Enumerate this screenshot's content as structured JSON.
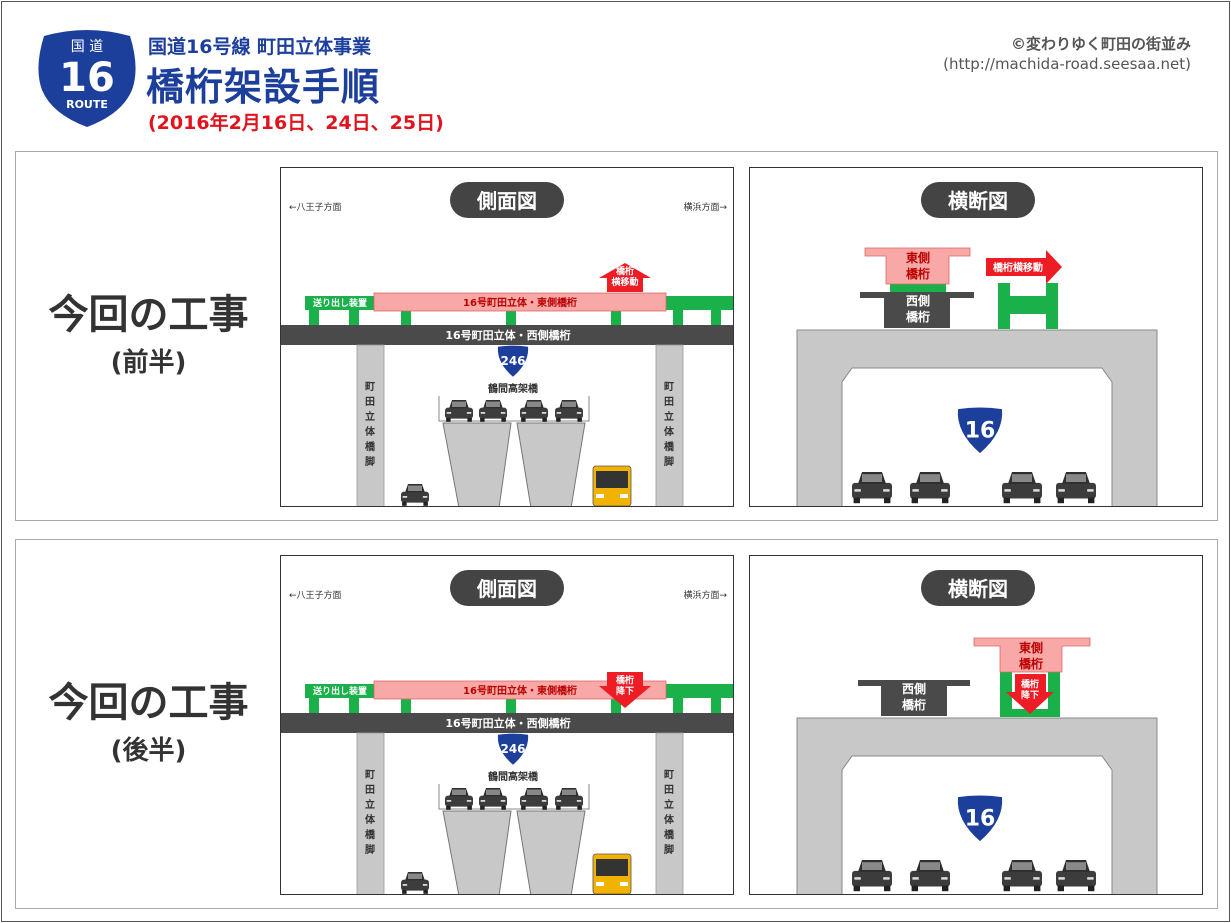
{
  "header": {
    "shield_top": "国 道",
    "shield_number": "16",
    "shield_bottom": "ROUTE",
    "subtitle": "国道16号線 町田立体事業",
    "title": "橋桁架設手順",
    "date": "(2016年2月16日、24日、25日)",
    "copyright_line1": "©変わりゆく町田の街並み",
    "copyright_line2": "(http://machida-road.seesaa.net)"
  },
  "colors": {
    "shield_blue": "#1d3f9c",
    "title_blue": "#1d3f9c",
    "date_red": "#e0141e",
    "pink_girder": "#f8a9a7",
    "green_girder": "#1ab04a",
    "dark_gray": "#4a4a4a",
    "light_gray": "#c8c8c8",
    "arrow_red": "#ee1c24"
  },
  "sections": [
    {
      "label_main": "今回の工事",
      "label_sub": "(前半)",
      "side": {
        "heading": "側面図",
        "left_direction": "←八王子方面",
        "right_direction": "横浜方面→",
        "send_out_girder": "送り出し装置",
        "east_girder": "16号町田立体・東側橋桁",
        "west_girder": "16号町田立体・西側橋桁",
        "arrow_text": "橋桁\n横移動",
        "route_246": "246",
        "viaduct": "鶴間高架橋",
        "pier_left": "町\n田\n立\n体\n橋\n脚",
        "pier_right": "町\n田\n立\n体\n橋\n脚"
      },
      "cross": {
        "heading": "横断図",
        "east_label": "東側\n橋桁",
        "west_label": "西側\n橋桁",
        "arrow_text": "橋桁横移動",
        "route": "16"
      }
    },
    {
      "label_main": "今回の工事",
      "label_sub": "(後半)",
      "side": {
        "heading": "側面図",
        "left_direction": "←八王子方面",
        "right_direction": "横浜方面→",
        "send_out_girder": "送り出し装置",
        "east_girder": "16号町田立体・東側橋桁",
        "west_girder": "16号町田立体・西側橋桁",
        "arrow_text": "橋桁\n降下",
        "route_246": "246",
        "viaduct": "鶴間高架橋",
        "pier_left": "町\n田\n立\n体\n橋\n脚",
        "pier_right": "町\n田\n立\n体\n橋\n脚"
      },
      "cross": {
        "heading": "横断図",
        "east_label": "東側\n橋桁",
        "west_label": "西側\n橋桁",
        "arrow_text": "橋桁\n降下",
        "route": "16"
      }
    }
  ]
}
